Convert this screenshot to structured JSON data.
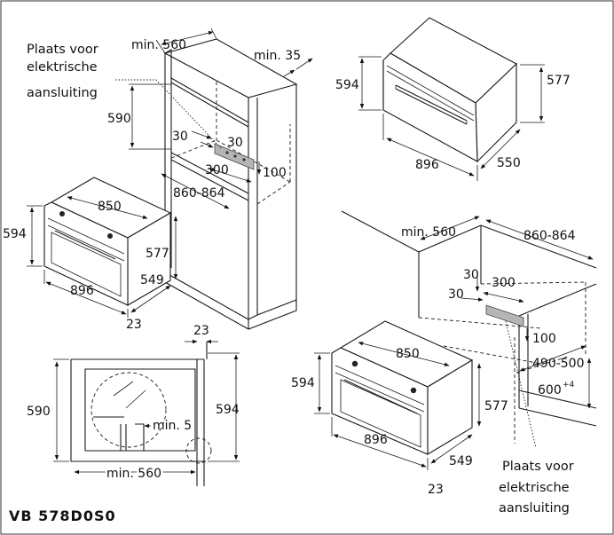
{
  "model": "VB 578D0S0",
  "labels": {
    "electric_connection_top_l1": "Plaats voor",
    "electric_connection_top_l2": "elektrische",
    "electric_connection_top_l3": "aansluiting",
    "electric_connection_bottom_l1": "Plaats voor",
    "electric_connection_bottom_l2": "elektrische",
    "electric_connection_bottom_l3": "aansluiting"
  },
  "tall_cabinet": {
    "depth_min": "min. 560",
    "rear_gap_min": "min. 35",
    "height_opening": "590",
    "side_offset_a": "30",
    "side_offset_b": "30",
    "socket_width": "300",
    "socket_height": "100",
    "width_opening": "860-864"
  },
  "appliance_top_right": {
    "height_front": "594",
    "height_body": "577",
    "width": "896",
    "depth": "550"
  },
  "appliance_left": {
    "width_body": "850",
    "height_front": "594",
    "height_body": "577",
    "width_front": "896",
    "depth": "549",
    "front_thickness": "23"
  },
  "section_view": {
    "front_offset": "23",
    "height_opening": "590",
    "height_front": "594",
    "gap_min": "min. 5",
    "depth_min": "min. 560"
  },
  "under_counter": {
    "depth_min": "min. 560",
    "width_opening": "860-864",
    "side_offset_a": "30",
    "side_offset_b": "30",
    "socket_width": "300",
    "socket_height": "100",
    "depth_range": "490-500",
    "height_opening": "600",
    "height_tolerance": "+4"
  },
  "appliance_bottom": {
    "width_body": "850",
    "height_front": "594",
    "height_body": "577",
    "width_front": "896",
    "depth": "549",
    "front_thickness": "23"
  }
}
